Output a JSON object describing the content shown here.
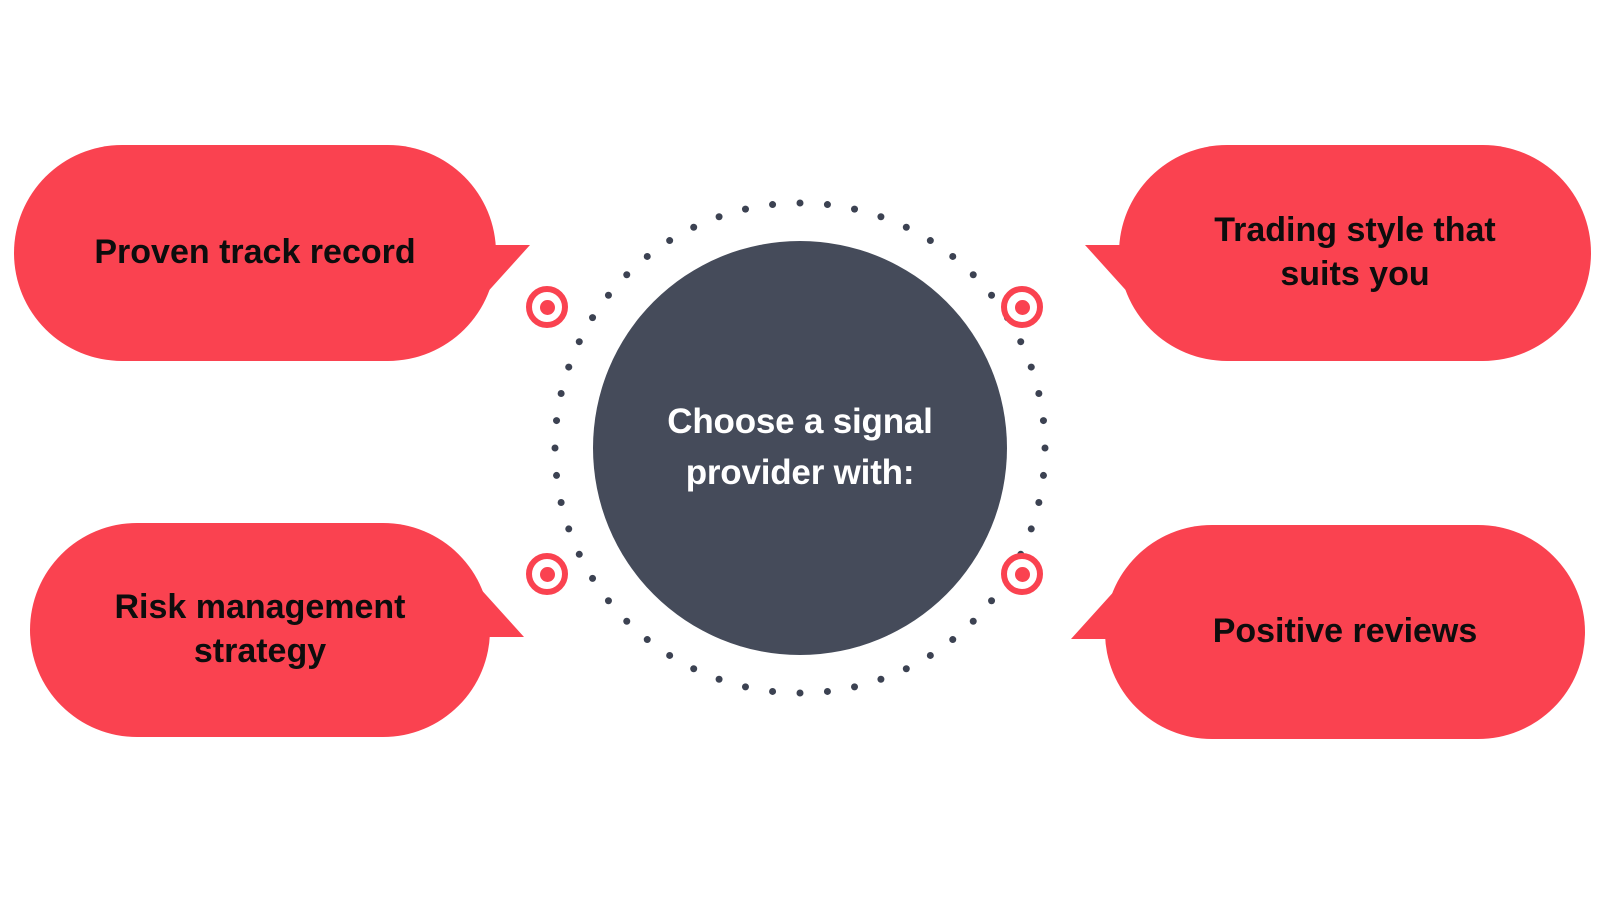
{
  "diagram": {
    "type": "hub-and-spoke",
    "background_color": "#ffffff",
    "accent_color": "#fa4250",
    "hub_color": "#454b5a",
    "hub_text_color": "#ffffff",
    "node_text_color": "#0d0d0d",
    "ring_dot_color": "#3c4252"
  },
  "center": {
    "label": "Choose a signal\nprovider with:"
  },
  "ring": {
    "dot_count": 56,
    "radius": 245,
    "dot_size": 7
  },
  "nodes": [
    {
      "id": "proven-track-record",
      "label": "Proven track record",
      "position": "top-left",
      "connector_icon": "target-icon"
    },
    {
      "id": "trading-style",
      "label": "Trading style that\nsuits you",
      "position": "top-right",
      "connector_icon": "target-icon"
    },
    {
      "id": "risk-management",
      "label": "Risk management\nstrategy",
      "position": "bottom-left",
      "connector_icon": "target-icon"
    },
    {
      "id": "positive-reviews",
      "label": "Positive reviews",
      "position": "bottom-right",
      "connector_icon": "target-icon"
    }
  ]
}
